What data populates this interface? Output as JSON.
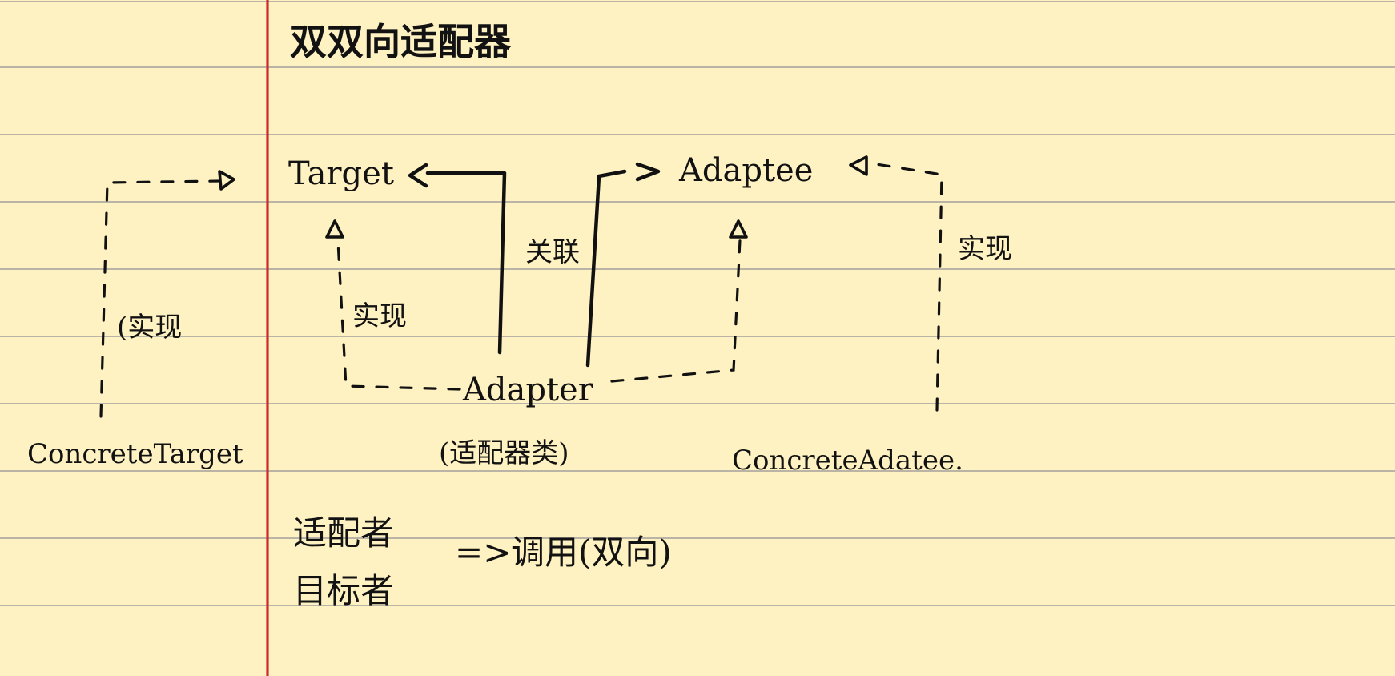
{
  "title": "双双向适配器",
  "nodes": {
    "target": "Target",
    "adaptee": "Adaptee",
    "adapter": "Adapter",
    "adapter_note": "(适配器类)",
    "concrete_target": "ConcreteTarget",
    "concrete_adaptee": "ConcreteAdatee."
  },
  "relations": {
    "association": "关联",
    "implements_left_outer": "(实现",
    "implements_left_inner": "实现",
    "implements_right": "实现"
  },
  "notes": {
    "line1": "适配者",
    "line2": "目标者",
    "arrow": "=>",
    "result": "调用(双向)"
  },
  "colors": {
    "paper": "#fff2c2",
    "ink": "#111111",
    "rule_line": "#b9b4a6",
    "margin_line": "#cc2b2b"
  }
}
